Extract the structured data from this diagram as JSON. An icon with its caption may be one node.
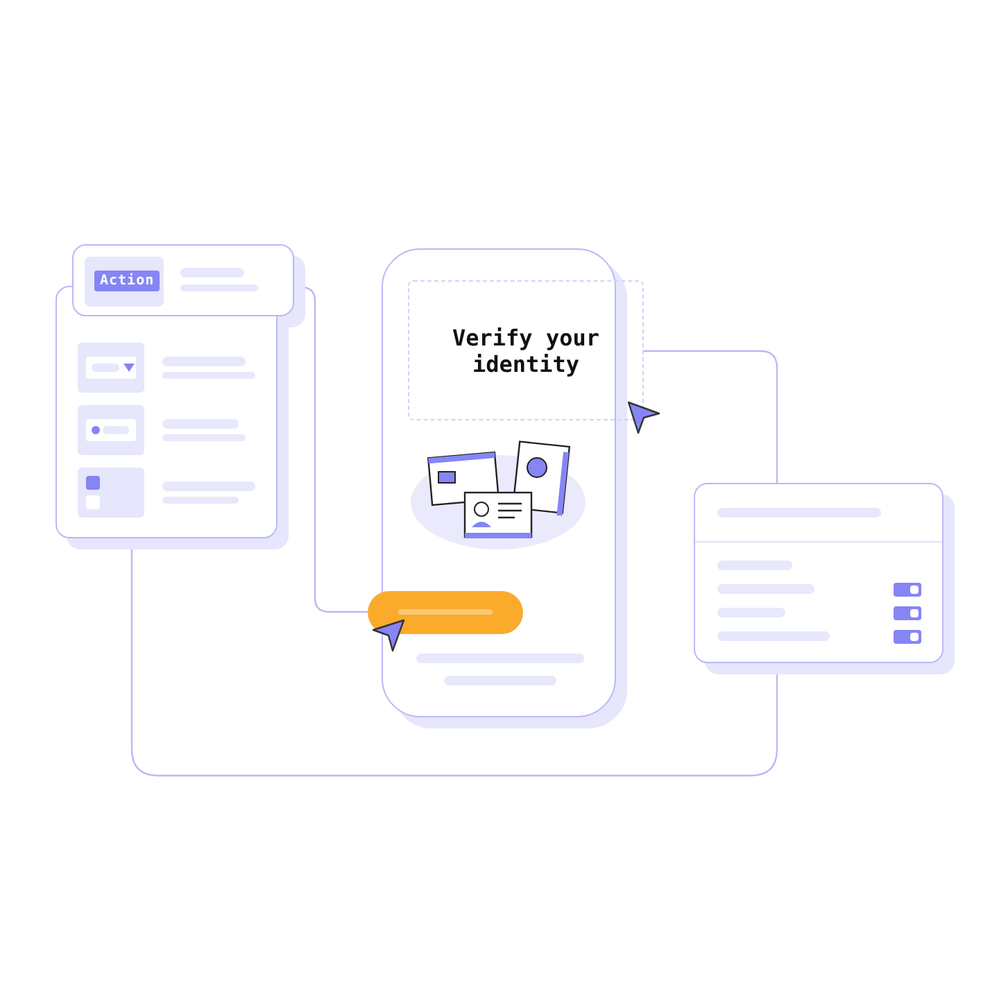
{
  "diagram": {
    "nodes": [
      {
        "text": [
          "Action"
        ]
      },
      {
        "text": [],
        "shape": "box"
      },
      {
        "text": [],
        "shape": "box"
      },
      {
        "text": [
          "Verify your identity"
        ]
      },
      {
        "text": [],
        "shape": "bar"
      },
      {
        "text": [],
        "shape": "box"
      }
    ],
    "edges": [
      {
        "from": 0,
        "to": 4,
        "arrow": "none"
      },
      {
        "from": 3,
        "to": 5,
        "arrow": "none"
      },
      {
        "from": 5,
        "to": 1,
        "arrow": "none"
      }
    ]
  }
}
